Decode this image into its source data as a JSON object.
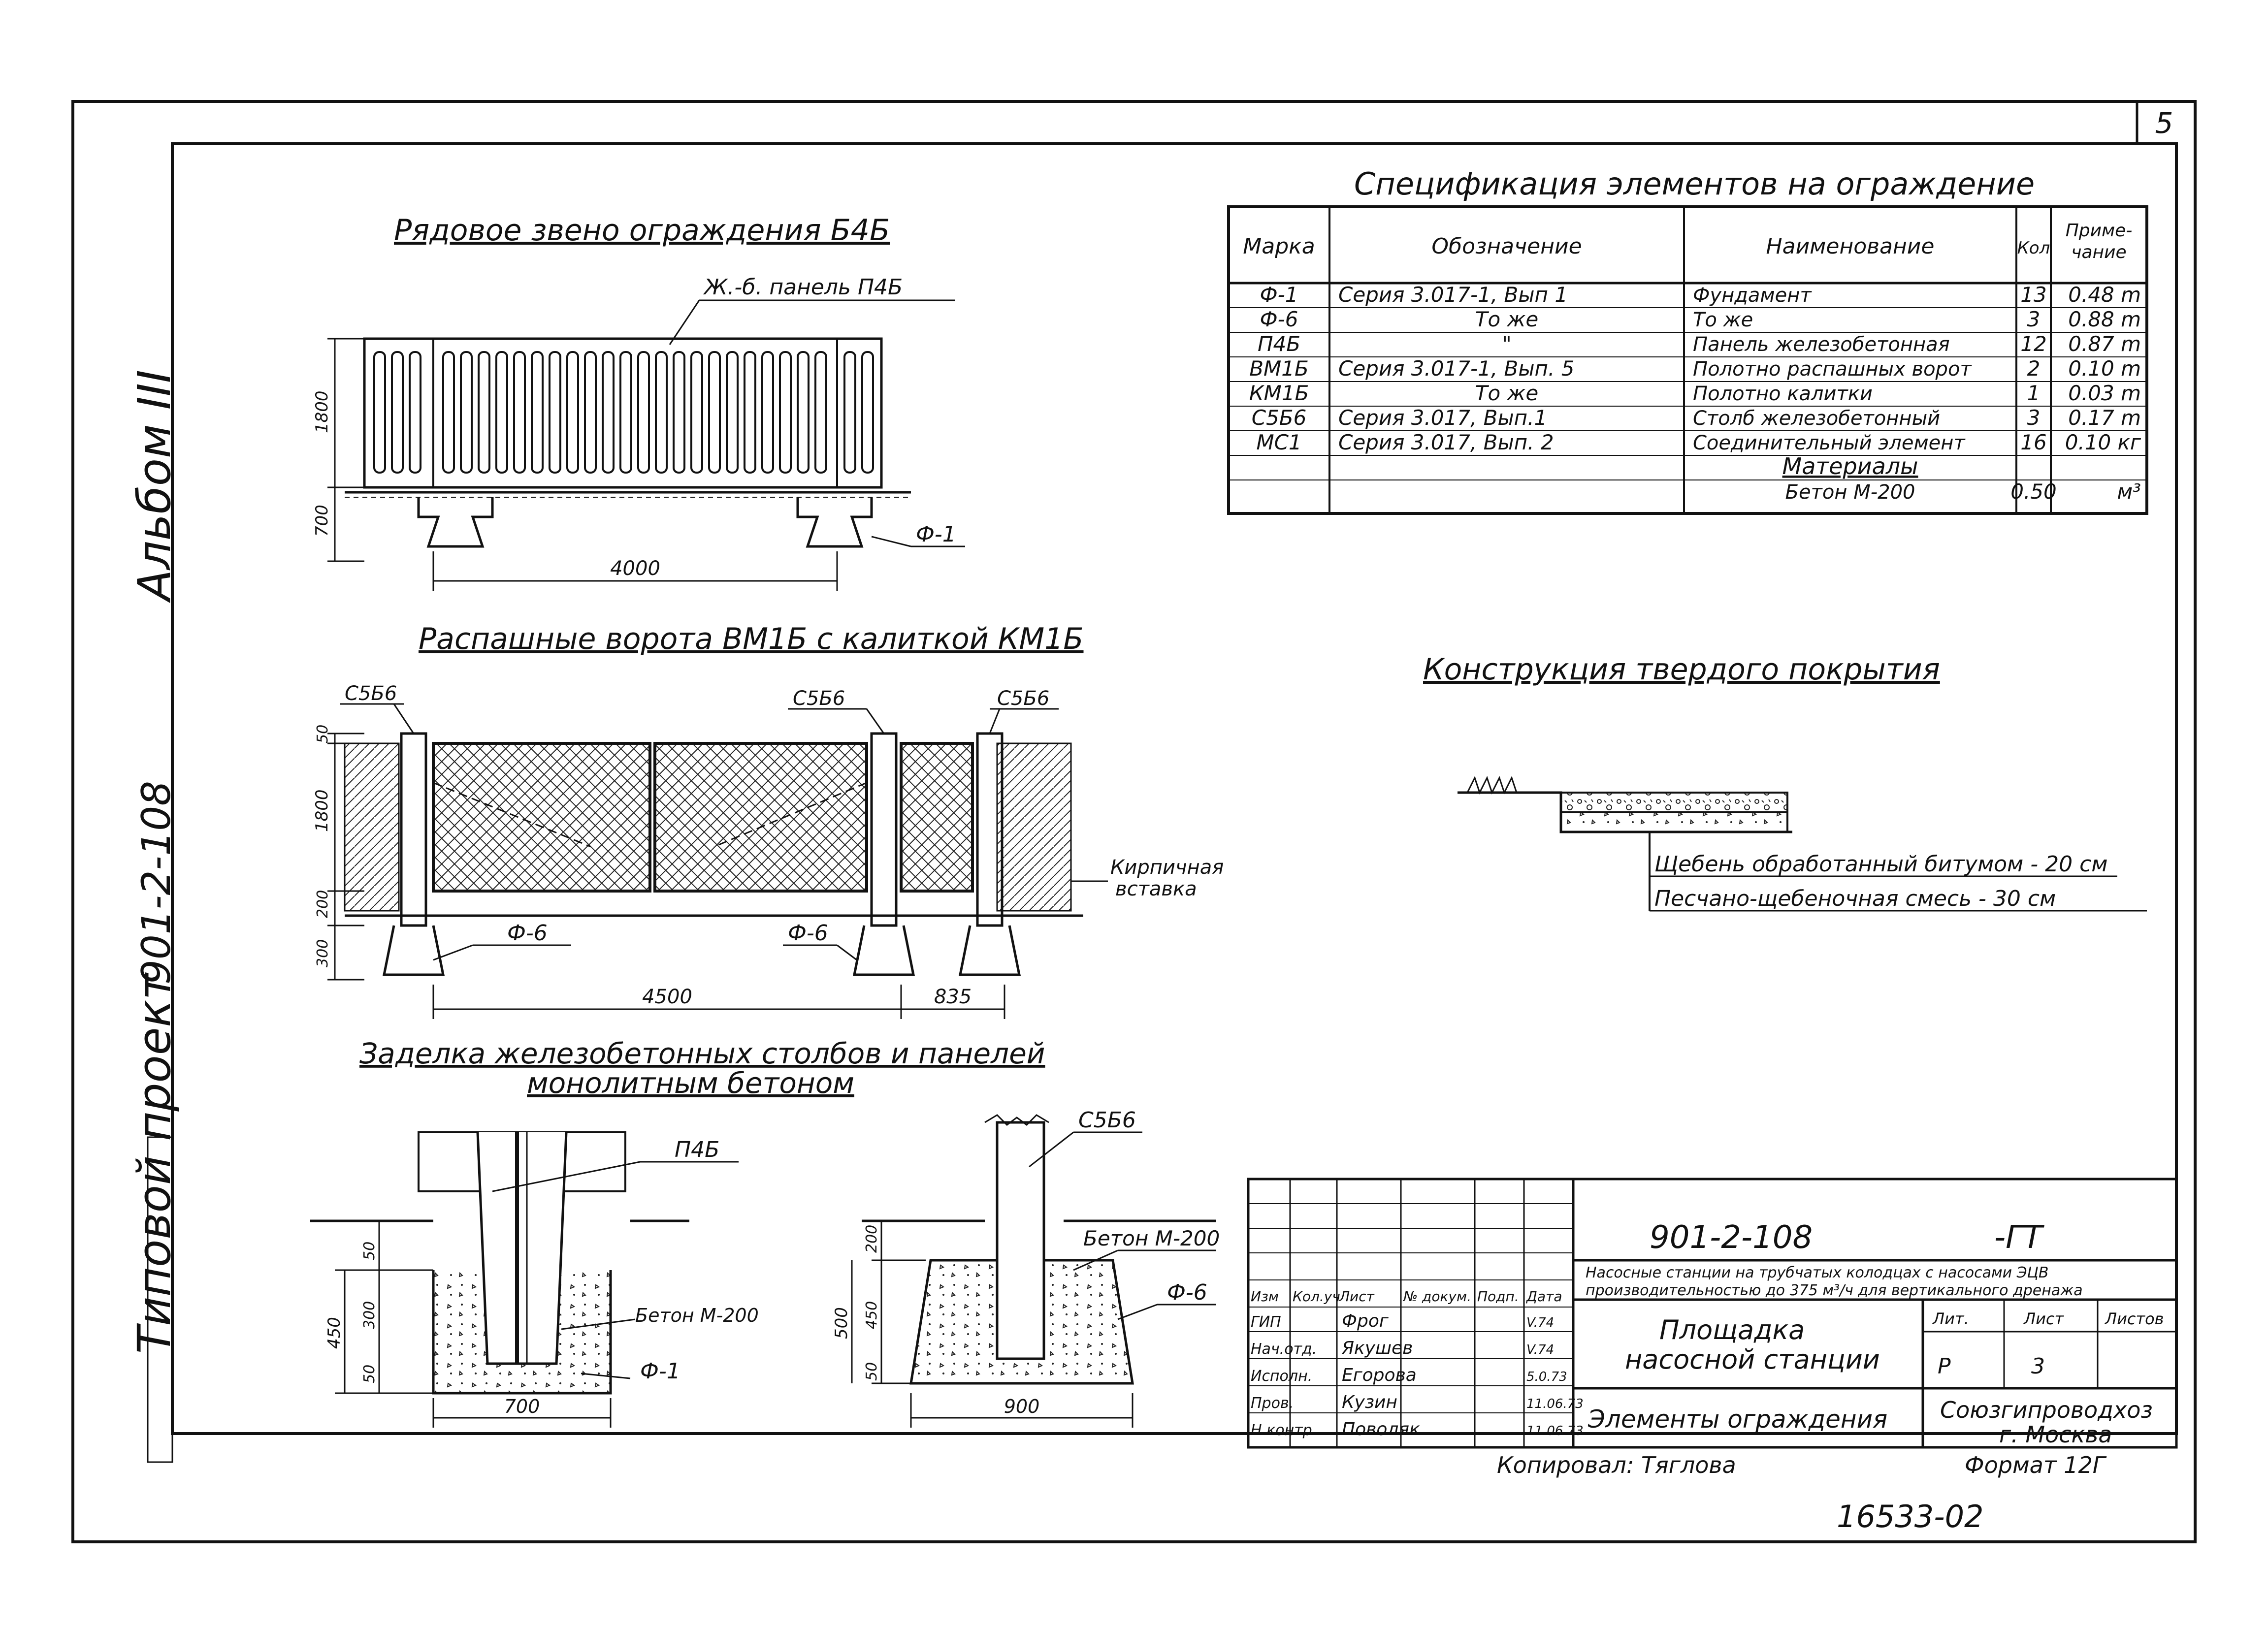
{
  "sheet_number": "5",
  "side_title": {
    "project": "Типовой проект",
    "code": "901-2-108",
    "album": "Альбом III"
  },
  "section_fence_link": {
    "title": "Рядовое звено ограждения Б4Б",
    "panel_label": "Ж.-б. панель П4Б",
    "dim_height": "1800",
    "dim_base": "700",
    "dim_length": "4000",
    "foundation_label": "Ф-1"
  },
  "section_gates": {
    "title": "Распашные ворота ВМ1Б с калиткой КМ1Б",
    "post_labels": [
      "С5Б6",
      "С5Б6",
      "С5Б6"
    ],
    "dim_top": "50",
    "dim_height": "1800",
    "dim_mid": "200",
    "dim_bottom": "300",
    "foundation_label_1": "Ф-6",
    "foundation_label_2": "Ф-6",
    "brick_label": "Кирпичная вставка",
    "dim_gate": "4500",
    "dim_wicket": "835"
  },
  "section_embed": {
    "title": "Заделка железобетонных столбов и панелей монолитным бетоном",
    "left": {
      "panel_label": "П4Б",
      "concrete_label": "Бетон М-200",
      "foundation_label": "Ф-1",
      "dim_total": "450",
      "dims_vertical": [
        "50",
        "300",
        "50"
      ],
      "dim_width": "700"
    },
    "right": {
      "post_label": "С5Б6",
      "concrete_label": "Бетон М-200",
      "foundation_label": "Ф-6",
      "dim_top": "200",
      "dim_total": "500",
      "dims_vertical": [
        "450",
        "50"
      ],
      "dim_width": "900"
    }
  },
  "spec_table": {
    "title": "Спецификация элементов на ограждение",
    "headers": [
      "Марка",
      "Обозначение",
      "Наименование",
      "Кол",
      "Приме-чание"
    ],
    "rows": [
      [
        "Ф-1",
        "Серия 3.017-1, Вып 1",
        "Фундамент",
        "13",
        "0.48 m"
      ],
      [
        "Ф-6",
        "То же",
        "То же",
        "3",
        "0.88 m"
      ],
      [
        "П4Б",
        "\"",
        "Панель железобетонная",
        "12",
        "0.87 m"
      ],
      [
        "ВМ1Б",
        "Серия 3.017-1, Вып. 5",
        "Полотно распашных ворот",
        "2",
        "0.10 m"
      ],
      [
        "КМ1Б",
        "То же",
        "Полотно калитки",
        "1",
        "0.03 m"
      ],
      [
        "С5Б6",
        "Серия 3.017, Вып.1",
        "Столб железобетонный",
        "3",
        "0.17 m"
      ],
      [
        "МС1",
        "Серия 3.017, Вып. 2",
        "Соединительный элемент",
        "16",
        "0.10 кг"
      ],
      [
        "",
        "",
        "Материалы",
        "",
        ""
      ],
      [
        "",
        "",
        "Бетон М-200",
        "0.50",
        "м³"
      ]
    ]
  },
  "section_pavement": {
    "title": "Конструкция твердого покрытия",
    "layer_1": "Щебень обработанный битумом - 20 см",
    "layer_2": "Песчано-щебеночная смесь - 30 см"
  },
  "title_block": {
    "code": "901-2-108",
    "suffix": "-ГТ",
    "project_desc": "Насосные станции на трубчатых колодцах с насосами ЭЦВ производительностью до 375 м³/ч для вертикального дренажа",
    "roles_header": [
      "Изм",
      "Кол.уч",
      "Лист",
      "№ докум.",
      "Подп.",
      "Дата"
    ],
    "people": [
      {
        "role": "ГИП",
        "name": "Фрог",
        "date": "V.74"
      },
      {
        "role": "Нач.отд.",
        "name": "Якушев",
        "date": "V.74"
      },
      {
        "role": "Исполн.",
        "name": "Егорова",
        "date": "5.0.73"
      },
      {
        "role": "Пров.",
        "name": "Кузин",
        "date": "11.06.73"
      },
      {
        "role": "Н.контр.",
        "name": "Поволяк",
        "date": "11.06.73"
      }
    ],
    "drawing_title": "Площадка насосной станции",
    "sheet_title": "Элементы ограждения",
    "stage_header": "Лит.",
    "sheet_header": "Лист",
    "sheets_header": "Листов",
    "stage": "Р",
    "sheet": "3",
    "organization": "Союзгипроводхоз г. Москва",
    "copied_by": "Копировал: Тяглова",
    "format": "Формат 12Г",
    "inventory": "16533-02"
  }
}
